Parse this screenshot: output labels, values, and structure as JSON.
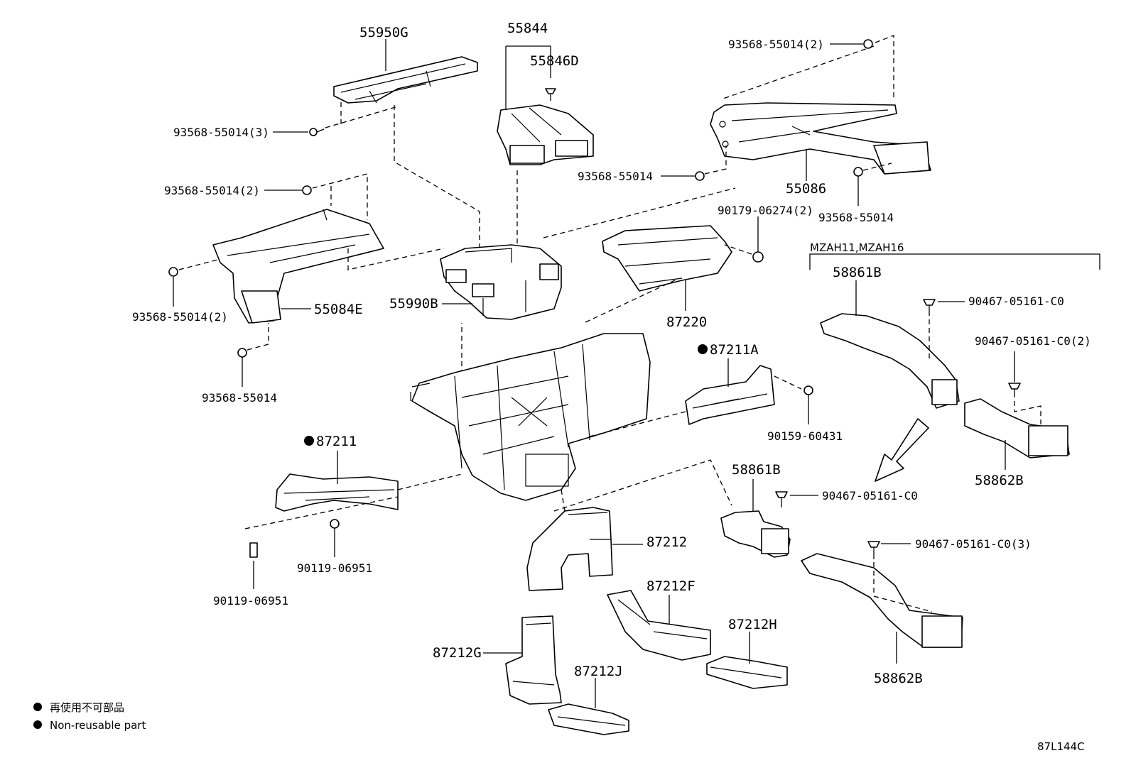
{
  "labels": {
    "p55950G": "55950G",
    "p55844": "55844",
    "p55846D": "55846D",
    "s93568_3_top": "93568-55014(3)",
    "s93568_2_top": "93568-55014(2)",
    "s93568_2_left": "93568-55014(2)",
    "s93568_2_left_b": "93568-55014(2)",
    "s93568_left_bottom": "93568-55014",
    "p55084E": "55084E",
    "p55990B": "55990B",
    "s93568_right_top": "93568-55014(2)",
    "s93568_mid": "93568-55014",
    "s93568_right": "93568-55014",
    "p55086": "55086",
    "s90179": "90179-06274(2)",
    "p87220": "87220",
    "variant": "MZAH11,MZAH16",
    "p58861B_top": "58861B",
    "s90467_a": "90467-05161-C0",
    "s90467_b": "90467-05161-C0(2)",
    "p58862B_top": "58862B",
    "p87211A": "87211A",
    "s90159": "90159-60431",
    "p87211": "87211",
    "s90119_a": "90119-06951",
    "s90119_b": "90119-06951",
    "p58861B_bottom": "58861B",
    "s90467_c": "90467-05161-C0",
    "s90467_d": "90467-05161-C0(3)",
    "p87212": "87212",
    "p87212F": "87212F",
    "p87212H": "87212H",
    "p87212G": "87212G",
    "p87212J": "87212J",
    "p58862B_bottom": "58862B"
  },
  "legend": {
    "items": [
      {
        "symbol": "filled-dot",
        "text": "再使用不可部品"
      },
      {
        "symbol": "filled-dot",
        "text": "Non-reusable part"
      }
    ]
  },
  "figure_code": "87L144C"
}
